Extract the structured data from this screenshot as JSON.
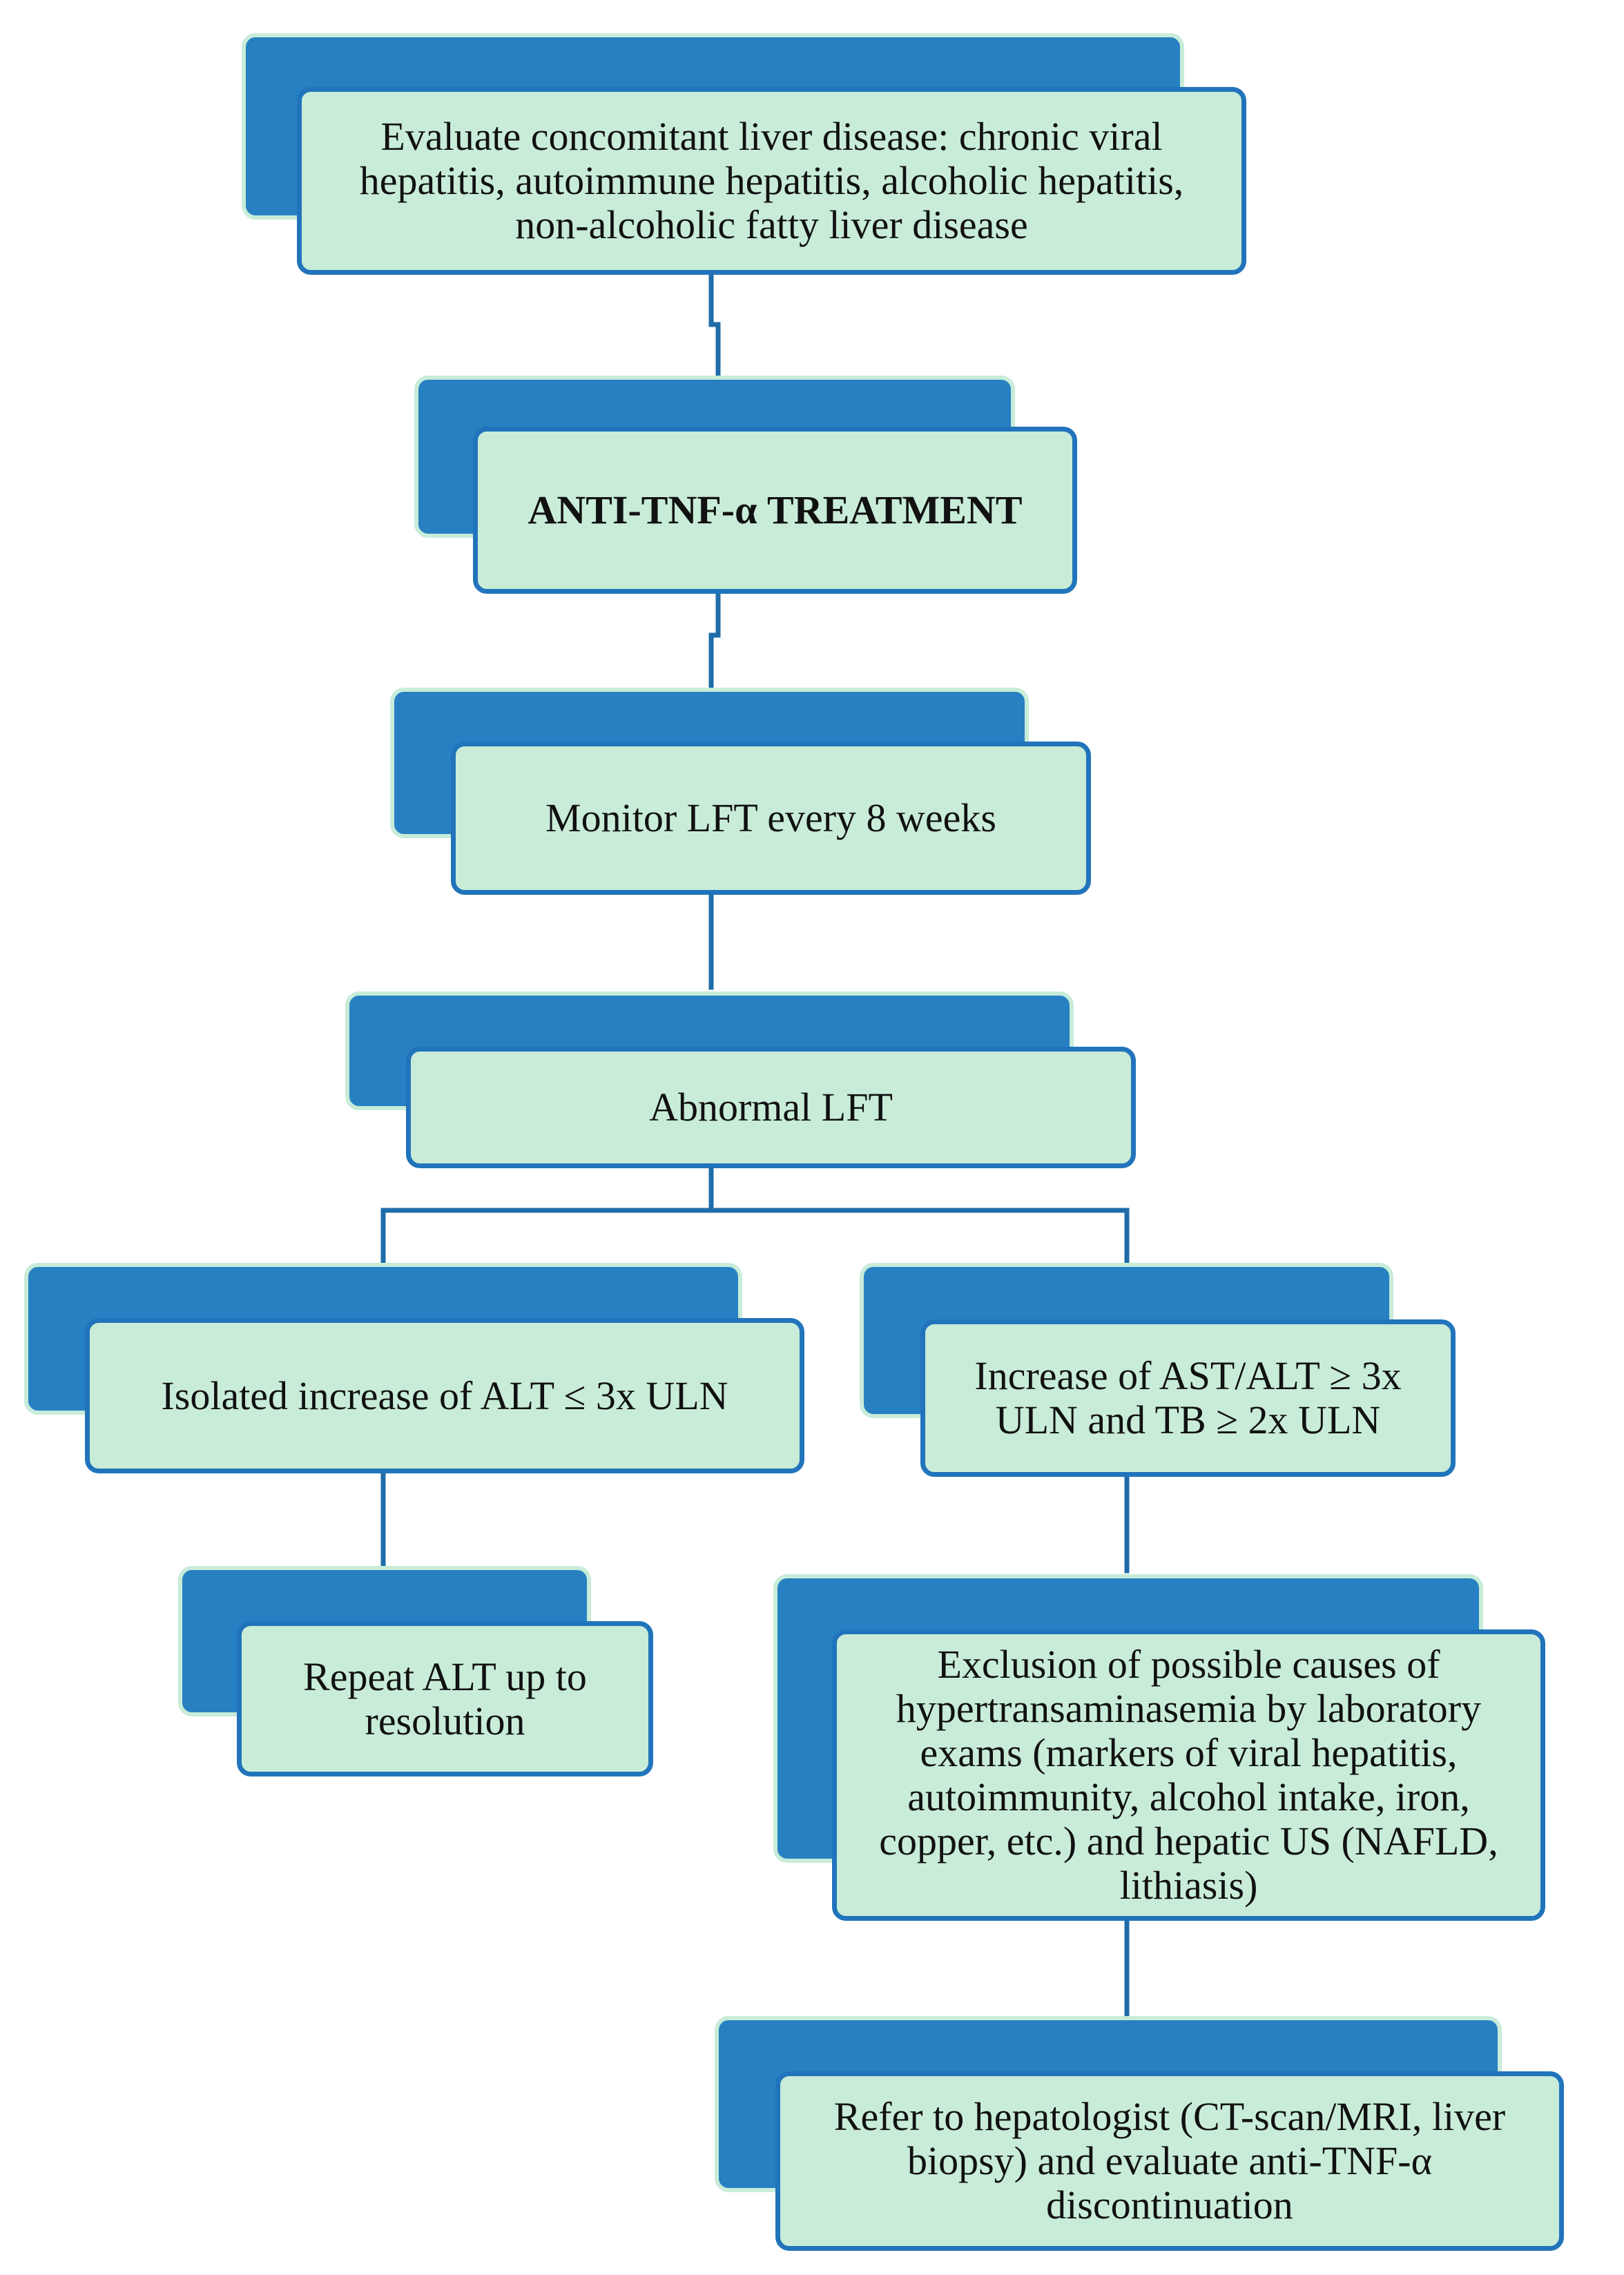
{
  "colors": {
    "back_fill": "#2780c2",
    "front_fill": "#c8ecd8",
    "front_border": "#2174bb",
    "connector": "#1f6ca8"
  },
  "nodes": {
    "evaluate": "Evaluate concomitant liver disease: chronic viral hepatitis, autoimmune hepatitis, alcoholic hepatitis, non-alcoholic fatty liver disease",
    "treatment": "ANTI-TNF-α TREATMENT",
    "monitor": "Monitor LFT every 8 weeks",
    "abnormal": "Abnormal LFT",
    "isolated": "Isolated increase of ALT ≤ 3x ULN",
    "increase": "Increase of AST/ALT ≥ 3x ULN and TB ≥ 2x ULN",
    "repeat": "Repeat ALT up to resolution",
    "exclusion": "Exclusion of possible causes of hypertransaminasemia by laboratory exams (markers of viral hepatitis, autoimmunity, alcohol intake, iron, copper, etc.) and hepatic US (NAFLD, lithiasis)",
    "refer": "Refer to hepatologist (CT-scan/MRI, liver biopsy) and evaluate anti-TNF-α discontinuation"
  }
}
